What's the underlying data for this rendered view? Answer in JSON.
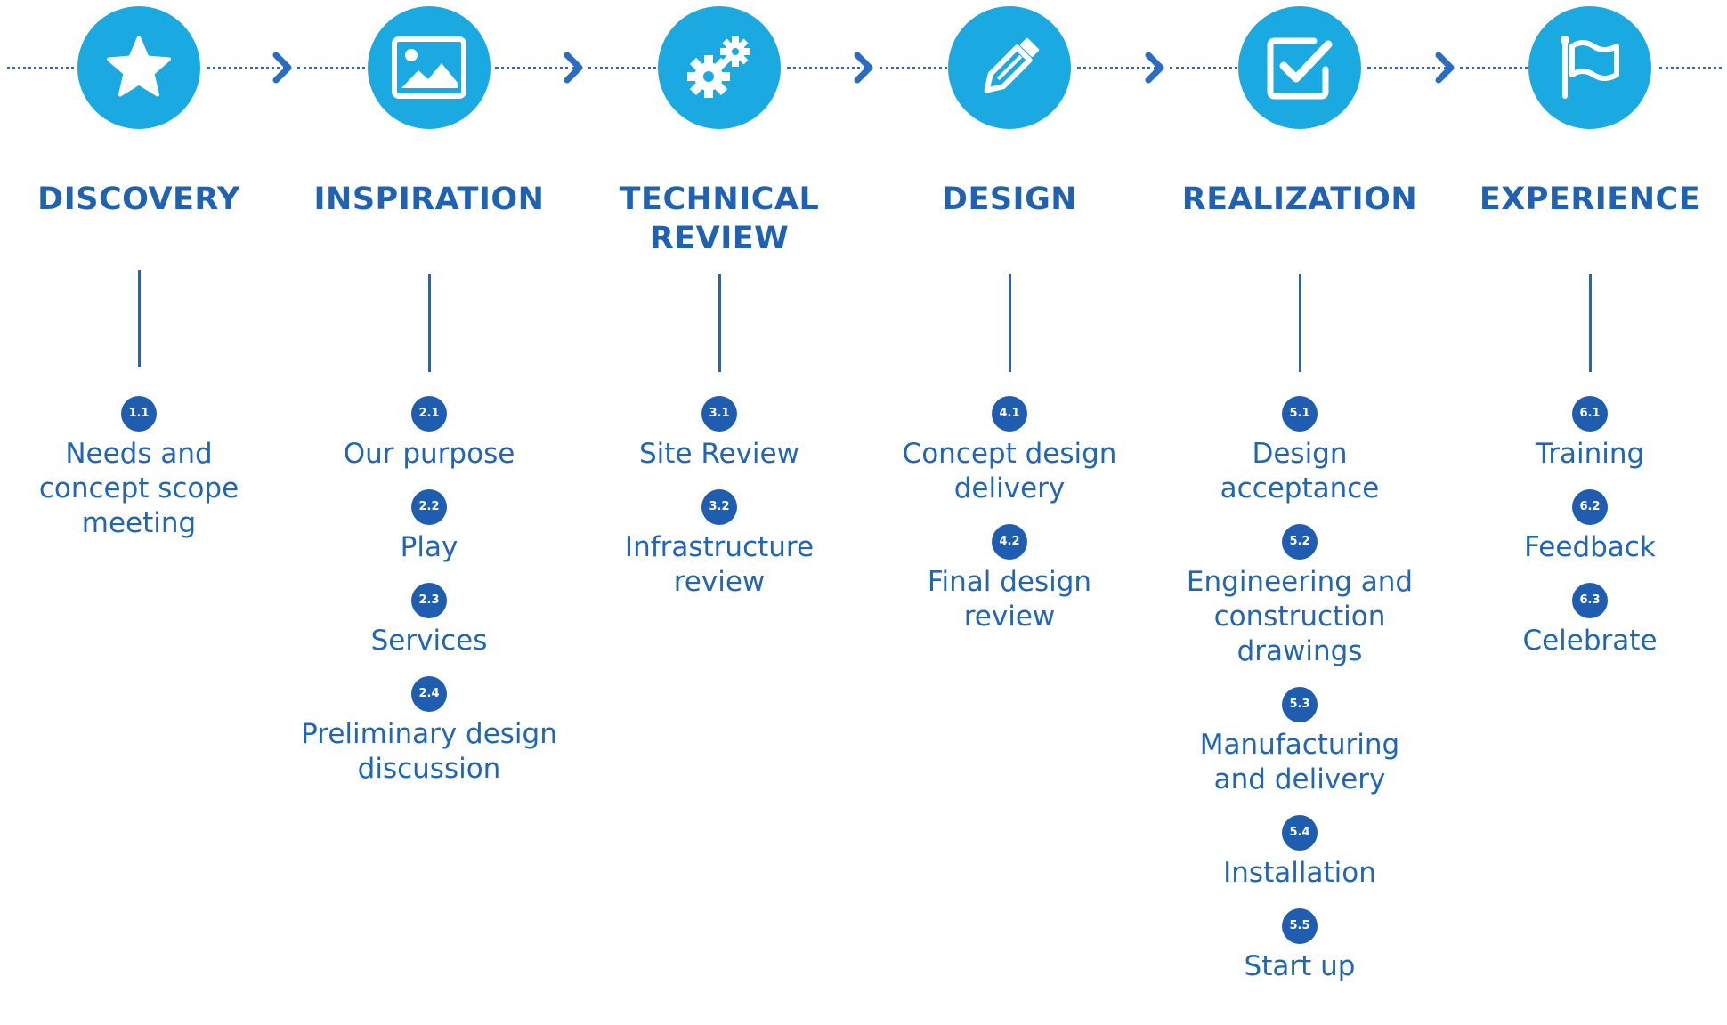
{
  "colors": {
    "circle": "#1ba9e1",
    "title": "#1f62b4",
    "badge": "#1f5db0",
    "text": "#2066b4",
    "connector": "#2a6cc1"
  },
  "phases": [
    {
      "title": "DISCOVERY",
      "icon": "star-icon",
      "steps": [
        {
          "num": "1.1",
          "label": "Needs and\nconcept scope\nmeeting"
        }
      ]
    },
    {
      "title": "INSPIRATION",
      "icon": "image-icon",
      "steps": [
        {
          "num": "2.1",
          "label": "Our purpose"
        },
        {
          "num": "2.2",
          "label": "Play"
        },
        {
          "num": "2.3",
          "label": "Services"
        },
        {
          "num": "2.4",
          "label": "Preliminary design\ndiscussion"
        }
      ]
    },
    {
      "title": "TECHNICAL\nREVIEW",
      "icon": "gears-icon",
      "steps": [
        {
          "num": "3.1",
          "label": "Site Review"
        },
        {
          "num": "3.2",
          "label": "Infrastructure\nreview"
        }
      ]
    },
    {
      "title": "DESIGN",
      "icon": "pencil-icon",
      "steps": [
        {
          "num": "4.1",
          "label": "Concept design\ndelivery"
        },
        {
          "num": "4.2",
          "label": "Final design\nreview"
        }
      ]
    },
    {
      "title": "REALIZATION",
      "icon": "checkbox-icon",
      "steps": [
        {
          "num": "5.1",
          "label": "Design\nacceptance"
        },
        {
          "num": "5.2",
          "label": "Engineering and\nconstruction\ndrawings"
        },
        {
          "num": "5.3",
          "label": "Manufacturing\nand delivery"
        },
        {
          "num": "5.4",
          "label": "Installation"
        },
        {
          "num": "5.5",
          "label": "Start up"
        }
      ]
    },
    {
      "title": "EXPERIENCE",
      "icon": "flag-icon",
      "steps": [
        {
          "num": "6.1",
          "label": "Training"
        },
        {
          "num": "6.2",
          "label": "Feedback"
        },
        {
          "num": "6.3",
          "label": "Celebrate"
        }
      ]
    }
  ]
}
